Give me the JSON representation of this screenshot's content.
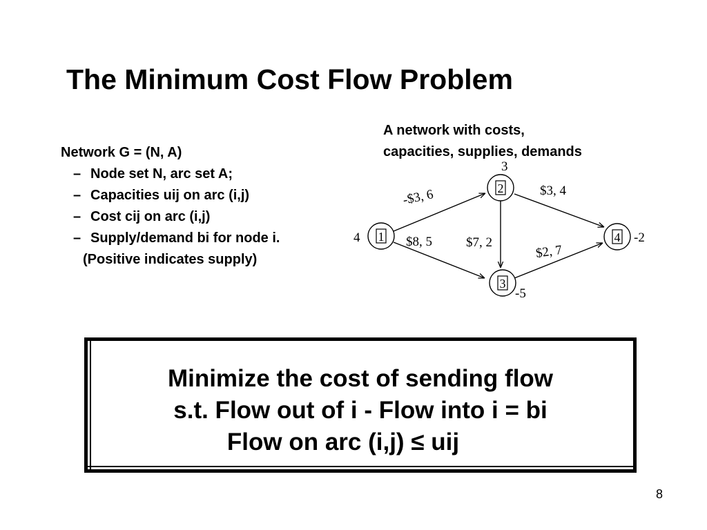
{
  "slide": {
    "title": "The Minimum Cost Flow Problem",
    "page_number": "8"
  },
  "definition": {
    "heading": "Network G = (N, A)",
    "dash": "–",
    "items": [
      "Node set N, arc set A;",
      "Capacities uij on arc (i,j)",
      "Cost cij on arc (i,j)",
      "Supply/demand bi for node i."
    ],
    "note": "(Positive indicates supply)"
  },
  "diagram": {
    "caption_lines": [
      "A network with costs,",
      "capacities, supplies, demands"
    ],
    "nodes": [
      {
        "id": "1",
        "supply": "4"
      },
      {
        "id": "2",
        "supply": "3"
      },
      {
        "id": "3",
        "supply": "-5"
      },
      {
        "id": "4",
        "supply": "-2"
      }
    ],
    "arcs": [
      {
        "from": "1",
        "to": "2",
        "label": "-$3, 6"
      },
      {
        "from": "1",
        "to": "3",
        "label": "$8, 5"
      },
      {
        "from": "2",
        "to": "3",
        "label": "$7, 2"
      },
      {
        "from": "2",
        "to": "4",
        "label": "$3, 4"
      },
      {
        "from": "3",
        "to": "4",
        "label": "$2, 7"
      }
    ]
  },
  "objective": {
    "lines": [
      "Minimize the cost of sending flow",
      "s.t. Flow out of i - Flow into i = bi",
      "Flow on arc (i,j) ≤ uij"
    ]
  }
}
